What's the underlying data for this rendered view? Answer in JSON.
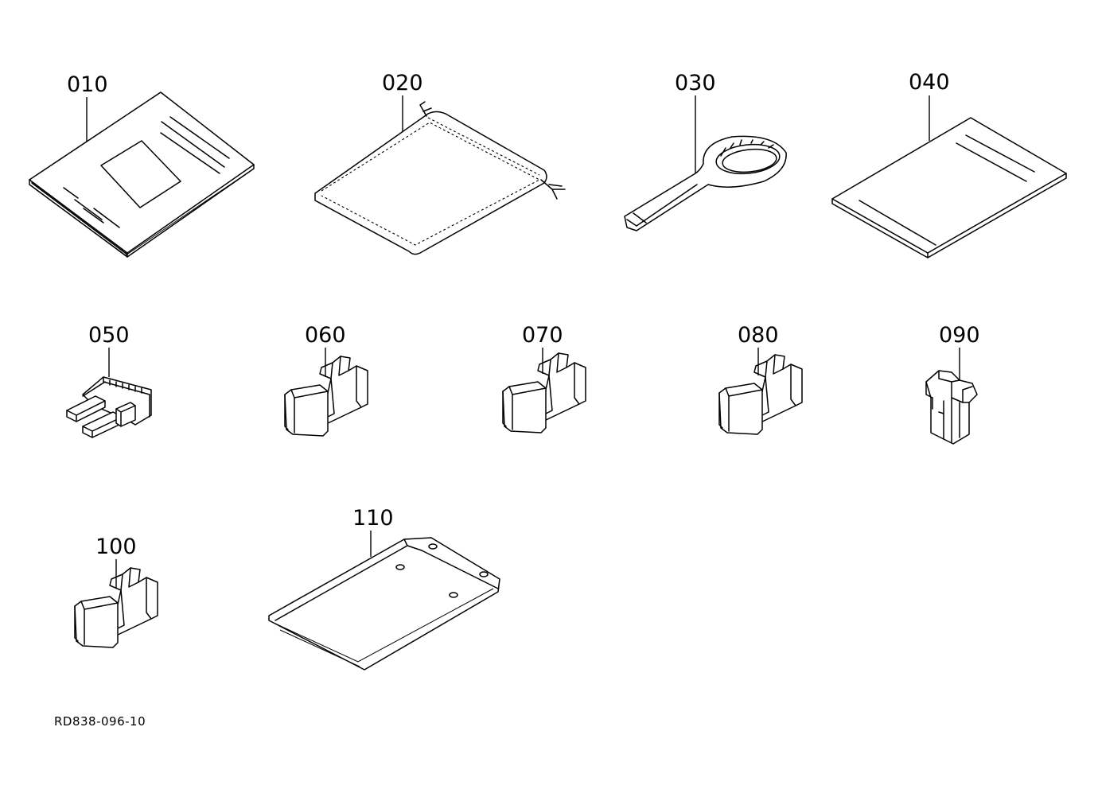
{
  "parts": [
    {
      "id": "p010",
      "label": "010",
      "icon": "manual-booklet-icon"
    },
    {
      "id": "p020",
      "label": "020",
      "icon": "drawstring-bag-icon"
    },
    {
      "id": "p030",
      "label": "030",
      "icon": "ring-wrench-icon"
    },
    {
      "id": "p040",
      "label": "040",
      "icon": "instruction-sheet-icon"
    },
    {
      "id": "p050",
      "label": "050",
      "icon": "fuse-icon"
    },
    {
      "id": "p060",
      "label": "060",
      "icon": "connector-cap-icon"
    },
    {
      "id": "p070",
      "label": "070",
      "icon": "connector-cap-icon"
    },
    {
      "id": "p080",
      "label": "080",
      "icon": "connector-cap-icon"
    },
    {
      "id": "p090",
      "label": "090",
      "icon": "connector-clip-icon"
    },
    {
      "id": "p100",
      "label": "100",
      "icon": "connector-cap-icon"
    },
    {
      "id": "p110",
      "label": "110",
      "icon": "plastic-pouch-icon"
    }
  ],
  "reference": "RD838-096-10"
}
